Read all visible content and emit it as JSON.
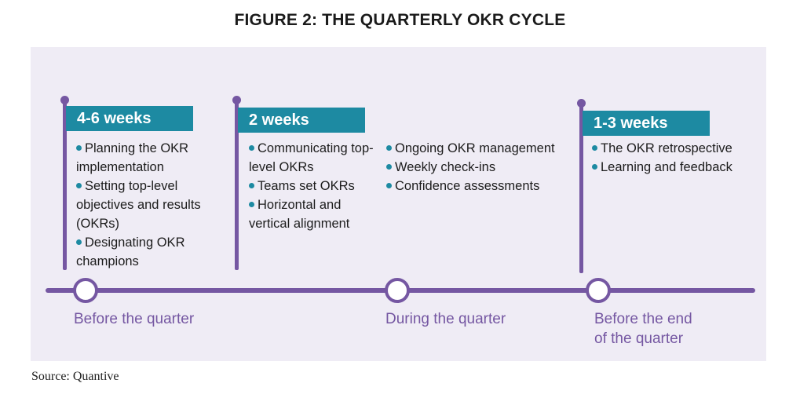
{
  "title": "FIGURE 2: THE QUARTERLY OKR CYCLE",
  "source": "Source: Quantive",
  "colors": {
    "accent_purple": "#7557a2",
    "accent_teal": "#1d8aa2",
    "panel_bg": "#efecf5"
  },
  "stages": [
    {
      "duration": "4-6 weeks",
      "items": [
        "Planning the OKR implementation",
        "Setting top-level objectives and results (OKRs)",
        "Designating OKR champions"
      ]
    },
    {
      "duration": "2 weeks",
      "items": [
        "Communicating top-level OKRs",
        "Teams set OKRs",
        "Horizontal and vertical alignment"
      ]
    },
    {
      "duration": "",
      "items": [
        "Ongoing OKR management",
        "Weekly check-ins",
        "Confidence assessments"
      ]
    },
    {
      "duration": "1-3 weeks",
      "items": [
        "The OKR retrospective",
        "Learning and feedback"
      ]
    }
  ],
  "phases": [
    {
      "line1": "Before the quarter",
      "line2": ""
    },
    {
      "line1": "During the quarter",
      "line2": ""
    },
    {
      "line1": "Before the end",
      "line2": "of the quarter"
    }
  ]
}
